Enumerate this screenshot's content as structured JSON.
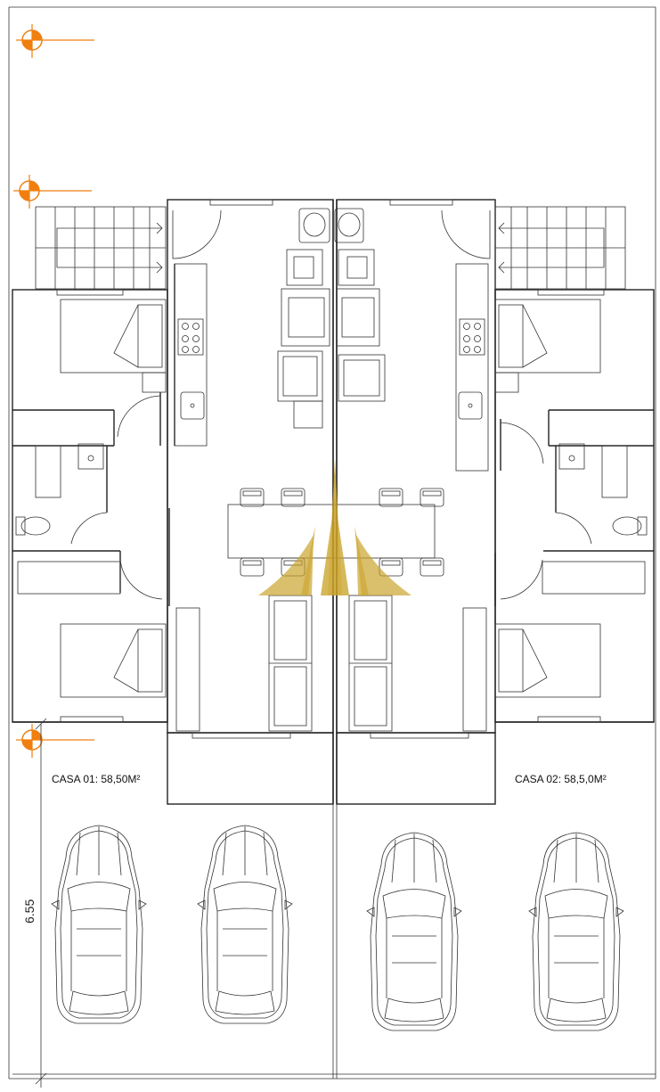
{
  "houses": [
    {
      "label": "CASA 01: 58,50M²"
    },
    {
      "label": "CASA 02: 58,5,0M²"
    }
  ],
  "dimension": "6.55",
  "colors": {
    "line": "#222222",
    "marker": "#f07f10",
    "watermark": "#c9a227"
  }
}
